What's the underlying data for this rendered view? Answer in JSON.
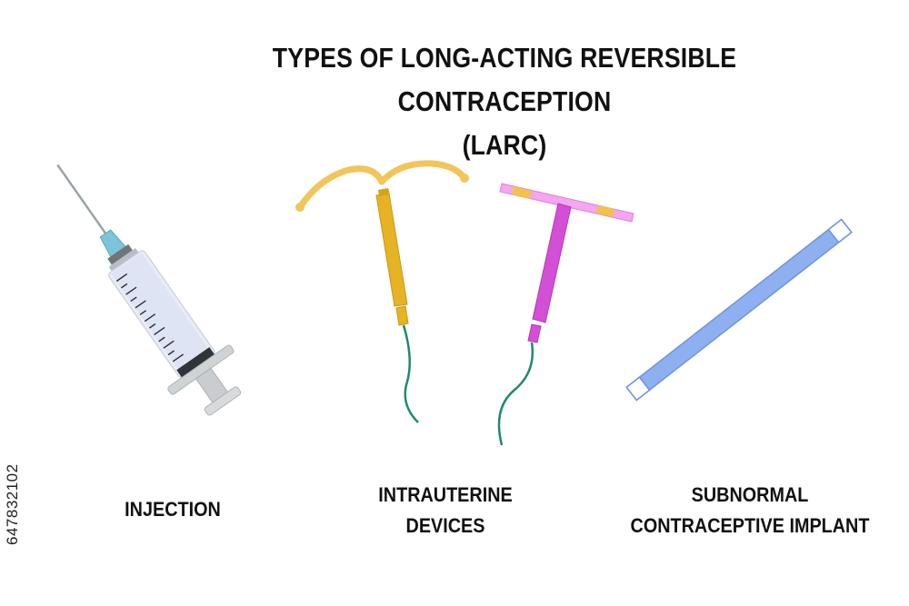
{
  "title_line1": "TYPES OF LONG-ACTING REVERSIBLE CONTRACEPTION",
  "title_line2": "(LARC)",
  "labels": {
    "injection": "INJECTION",
    "iud_line1": "INTRAUTERINE",
    "iud_line2": "DEVICES",
    "implant_line1": "SUBNORMAL",
    "implant_line2": "CONTRACEPTIVE IMPLANT"
  },
  "image_id": "647832102",
  "colors": {
    "gold_iud": "#e6b325",
    "pink_iud": "#d24fd6",
    "implant": "#8fb0f0",
    "thread": "#1f8a6f",
    "needle_hub": "#7ec4d8"
  },
  "icons": [
    "syringe-icon",
    "copper-iud-icon",
    "hormonal-iud-icon",
    "implant-rod-icon"
  ]
}
